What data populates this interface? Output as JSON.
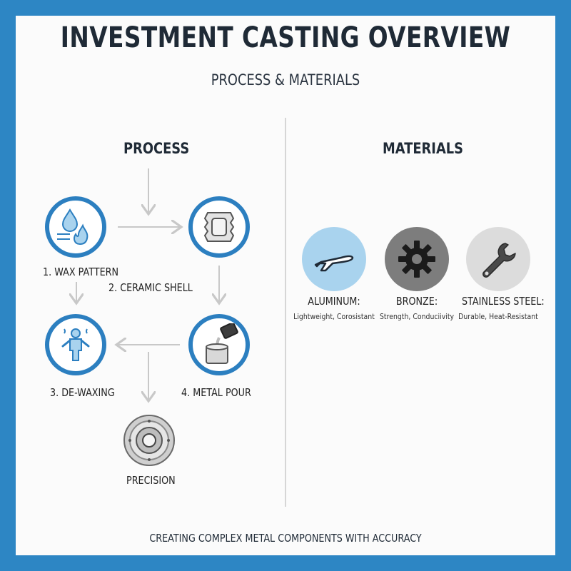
{
  "header": {
    "title": "INVESTMENT CASTING OVERVIEW",
    "subtitle": "PROCESS & MATERIALS"
  },
  "process": {
    "heading": "PROCESS",
    "steps": [
      {
        "label": "1. WAX PATTERN",
        "icon": "wax-drop-flame-icon"
      },
      {
        "label": "2. CERAMIC SHELL",
        "icon": "ceramic-shell-icon"
      },
      {
        "label": "3. DE-WAXING",
        "icon": "de-waxing-figure-icon"
      },
      {
        "label": "4. METAL POUR",
        "icon": "metal-pour-crucible-icon"
      },
      {
        "label": "PRECISION",
        "icon": "precision-disc-icon"
      }
    ]
  },
  "materials": {
    "heading": "MATERIALS",
    "items": [
      {
        "name": "ALUMINUM:",
        "desc": "Lightweight, Corosistant",
        "icon": "airplane-icon",
        "color": "#a9d3ee"
      },
      {
        "name": "BRONZE:",
        "desc": "Strength, Conduciivity",
        "icon": "gear-icon",
        "color": "#7d7d7d"
      },
      {
        "name": "STAINLESS STEEL:",
        "desc": "Durable, Heat-Resistant",
        "icon": "wrench-icon",
        "color": "#dcdcdc"
      }
    ]
  },
  "footer": {
    "text": "CREATING COMPLEX METAL COMPONENTS WITH ACCURACY"
  },
  "colors": {
    "border": "#2d86c4",
    "accent": "#2c7fc0",
    "arrow": "#c8c8c8"
  }
}
